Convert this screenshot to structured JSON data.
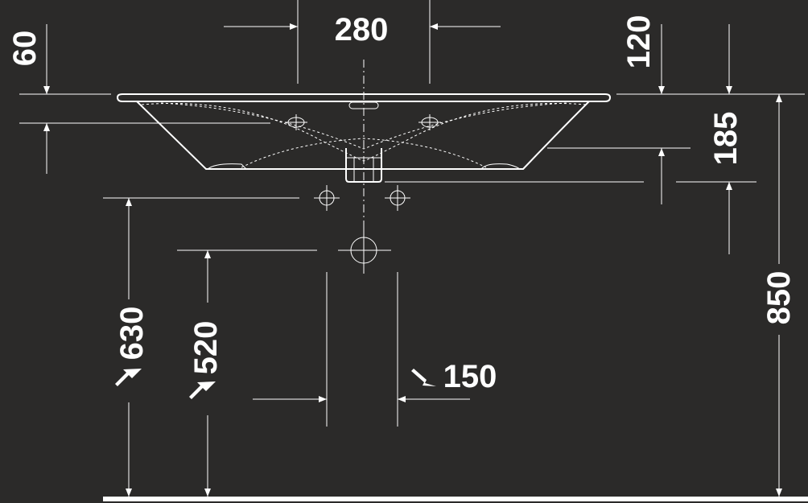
{
  "drawing": {
    "background_color": "#2b2a29",
    "line_color": "#ffffff",
    "dimensions": {
      "width_280": "280",
      "height_60": "60",
      "height_120": "120",
      "height_185": "185",
      "height_850": "850",
      "height_630": "630",
      "height_520": "520",
      "width_150": "150"
    }
  }
}
